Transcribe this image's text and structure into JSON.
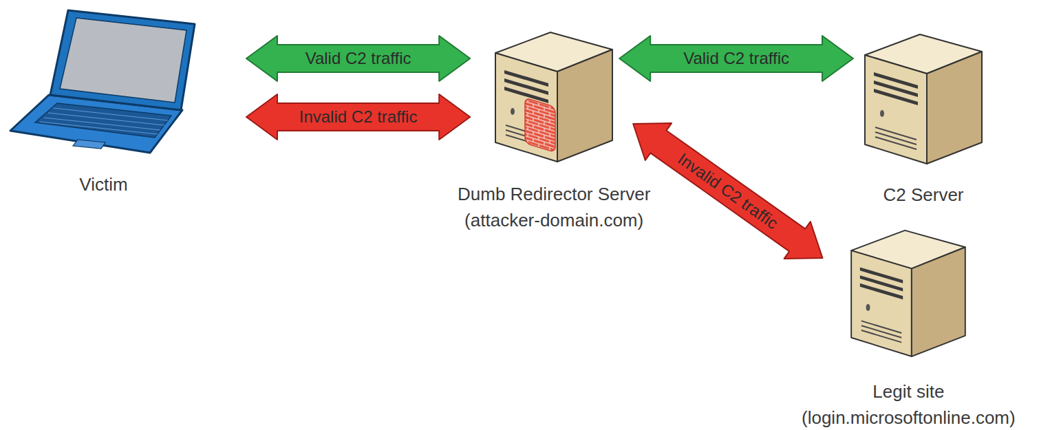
{
  "diagram": {
    "nodes": [
      {
        "text": [
          "Victim"
        ]
      },
      {
        "text": [
          "Dumb Redirector Server",
          "(attacker-domain.com)"
        ]
      },
      {
        "text": [
          "C2 Server"
        ]
      },
      {
        "text": [
          "Legit site",
          "(login.microsoftonline.com)"
        ]
      }
    ],
    "edges": [
      {
        "from": 0,
        "to": 1,
        "label": "Valid C2 traffic",
        "arrow": "both"
      },
      {
        "from": 0,
        "to": 1,
        "label": "Invalid C2 traffic",
        "arrow": "both"
      },
      {
        "from": 1,
        "to": 2,
        "label": "Valid C2 traffic",
        "arrow": "both"
      },
      {
        "from": 1,
        "to": 3,
        "label": "Invalid C2 traffic",
        "arrow": "both"
      }
    ]
  }
}
